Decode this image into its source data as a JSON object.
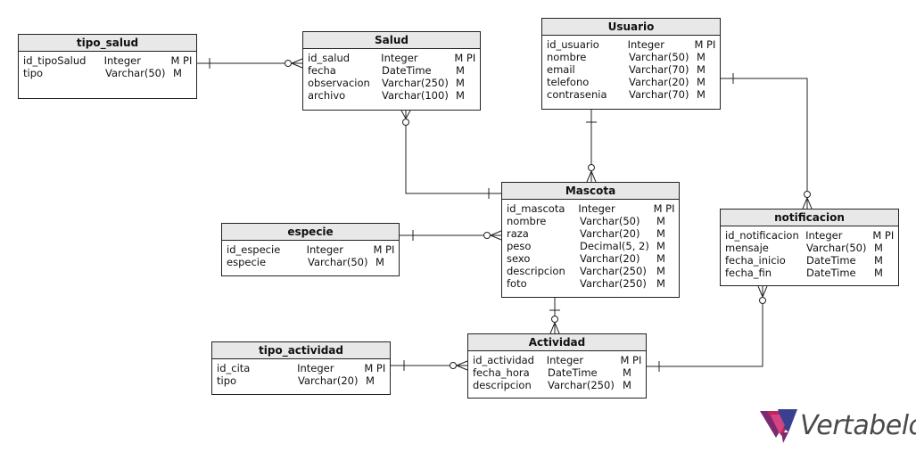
{
  "brand": {
    "name": "Vertabelo"
  },
  "tables": {
    "tipo_salud": {
      "name": "tipo_salud",
      "columns": [
        {
          "name": "id_tipoSalud",
          "type": "Integer",
          "flags": "M PI"
        },
        {
          "name": "tipo",
          "type": "Varchar(50)",
          "flags": "M"
        }
      ]
    },
    "salud": {
      "name": "Salud",
      "columns": [
        {
          "name": "id_salud",
          "type": "Integer",
          "flags": "M PI"
        },
        {
          "name": "fecha",
          "type": "DateTime",
          "flags": "M"
        },
        {
          "name": "observacion",
          "type": "Varchar(250)",
          "flags": "M"
        },
        {
          "name": "archivo",
          "type": "Varchar(100)",
          "flags": "M"
        }
      ]
    },
    "usuario": {
      "name": "Usuario",
      "columns": [
        {
          "name": "id_usuario",
          "type": "Integer",
          "flags": "M PI"
        },
        {
          "name": "nombre",
          "type": "Varchar(50)",
          "flags": "M"
        },
        {
          "name": "email",
          "type": "Varchar(70)",
          "flags": "M"
        },
        {
          "name": "telefono",
          "type": "Varchar(20)",
          "flags": "M"
        },
        {
          "name": "contrasenia",
          "type": "Varchar(70)",
          "flags": "M"
        }
      ]
    },
    "mascota": {
      "name": "Mascota",
      "columns": [
        {
          "name": "id_mascota",
          "type": "Integer",
          "flags": "M PI"
        },
        {
          "name": "nombre",
          "type": "Varchar(50)",
          "flags": "M"
        },
        {
          "name": "raza",
          "type": "Varchar(20)",
          "flags": "M"
        },
        {
          "name": "peso",
          "type": "Decimal(5, 2)",
          "flags": "M"
        },
        {
          "name": "sexo",
          "type": "Varchar(20)",
          "flags": "M"
        },
        {
          "name": "descripcion",
          "type": "Varchar(250)",
          "flags": "M"
        },
        {
          "name": "foto",
          "type": "Varchar(250)",
          "flags": "M"
        }
      ]
    },
    "especie": {
      "name": "especie",
      "columns": [
        {
          "name": "id_especie",
          "type": "Integer",
          "flags": "M PI"
        },
        {
          "name": "especie",
          "type": "Varchar(50)",
          "flags": "M"
        }
      ]
    },
    "notificacion": {
      "name": "notificacion",
      "columns": [
        {
          "name": "id_notificacion",
          "type": "Integer",
          "flags": "M PI"
        },
        {
          "name": "mensaje",
          "type": "Varchar(50)",
          "flags": "M"
        },
        {
          "name": "fecha_inicio",
          "type": "DateTime",
          "flags": "M"
        },
        {
          "name": "fecha_fin",
          "type": "DateTime",
          "flags": "M"
        }
      ]
    },
    "tipo_actividad": {
      "name": "tipo_actividad",
      "columns": [
        {
          "name": "id_cita",
          "type": "Integer",
          "flags": "M PI"
        },
        {
          "name": "tipo",
          "type": "Varchar(20)",
          "flags": "M"
        }
      ]
    },
    "actividad": {
      "name": "Actividad",
      "columns": [
        {
          "name": "id_actividad",
          "type": "Integer",
          "flags": "M PI"
        },
        {
          "name": "fecha_hora",
          "type": "DateTime",
          "flags": "M"
        },
        {
          "name": "descripcion",
          "type": "Varchar(250)",
          "flags": "M"
        }
      ]
    }
  },
  "relationships": [
    {
      "from": "tipo_salud",
      "to": "salud",
      "from_end": "one",
      "to_end": "zero-or-many"
    },
    {
      "from": "salud",
      "to": "mascota",
      "from_end": "zero-or-many",
      "to_end": "one"
    },
    {
      "from": "usuario",
      "to": "mascota",
      "from_end": "one",
      "to_end": "zero-or-many"
    },
    {
      "from": "usuario",
      "to": "notificacion",
      "from_end": "one",
      "to_end": "zero-or-many"
    },
    {
      "from": "especie",
      "to": "mascota",
      "from_end": "one",
      "to_end": "zero-or-many"
    },
    {
      "from": "mascota",
      "to": "actividad",
      "from_end": "one",
      "to_end": "zero-or-many"
    },
    {
      "from": "tipo_actividad",
      "to": "actividad",
      "from_end": "one",
      "to_end": "zero-or-many"
    },
    {
      "from": "notificacion",
      "to": "actividad",
      "from_end": "zero-or-many",
      "to_end": "one"
    }
  ]
}
